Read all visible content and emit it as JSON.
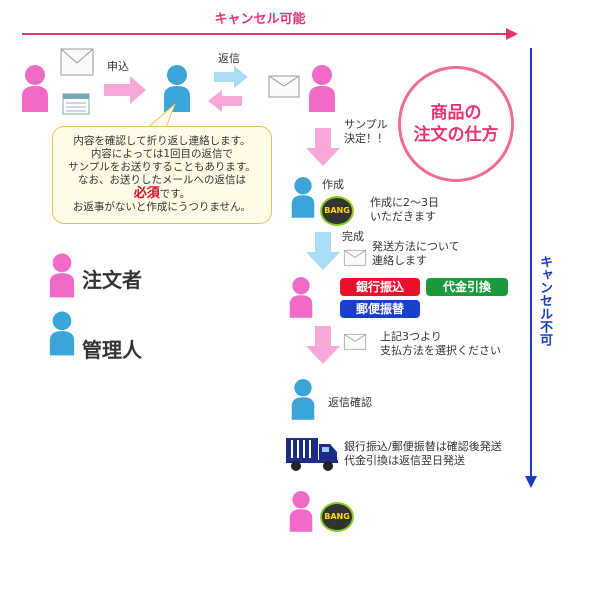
{
  "top_banner": "キャンセル可能",
  "right_banner": "キャンセル不可",
  "badge": {
    "line1": "商品の",
    "line2": "注文の仕方"
  },
  "labels": {
    "apply": "申込",
    "reply": "返信",
    "sample_decided": "サンプル\n決定！！",
    "create": "作成",
    "create_note": "作成に2〜3日\nいただきます",
    "complete": "完成",
    "ship_note": "発送方法について\n連絡します",
    "pay_note": "上記3つより\n支払方法を選択ください",
    "reply_confirm": "返信確認",
    "ship_detail": "銀行振込/郵便振替は確認後発送\n代金引換は返信翌日発送"
  },
  "bubble": {
    "line1": "内容を確認して折り返し連絡します。",
    "line2": "内容によっては1回目の返信で",
    "line3": "サンプルをお送りすることもあります。",
    "line4": "なお、お送りしたメールへの返信は",
    "required": "必須",
    "line5_suffix": "です。",
    "line6": "お返事がないと作成にうつりません。"
  },
  "legend": {
    "customer": "注文者",
    "admin": "管理人"
  },
  "payments": {
    "bank": "銀行振込",
    "cod": "代金引換",
    "postal": "郵便振替"
  },
  "sticker_text": "BANG",
  "colors": {
    "pink": "#e8336f",
    "blue": "#1a3fb5",
    "customer": "#f06ac8",
    "admin": "#3aa5d8",
    "bank": "#e8102a",
    "cod": "#1a9a3a",
    "postal": "#1a3fc8"
  }
}
